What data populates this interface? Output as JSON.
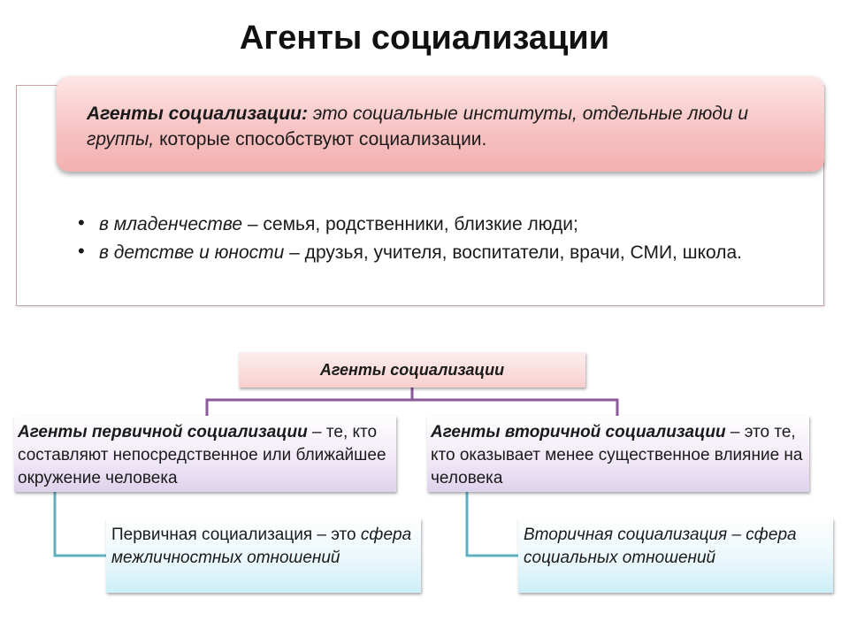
{
  "title": "Агенты социализации",
  "definition": {
    "term": "Агенты социализации:",
    "text_italic": "это социальные институты, отдельные люди и группы,",
    "text_normal": "которые способствуют социализации."
  },
  "bullets": [
    {
      "italic": "в младенчестве",
      "text": "– семья, родственники, близкие люди;"
    },
    {
      "italic": "в детстве и юности",
      "text": "– друзья, учителя, воспитатели, врачи, СМИ, школа."
    }
  ],
  "tree": {
    "root": "Агенты социализации",
    "primary": {
      "term": "Агенты первичной социализации",
      "text": "– те, кто составляют непосредственное или ближайшее окружение человека",
      "detail_normal": "Первичная социализация –",
      "detail_rest_normal": "это",
      "detail_italic": "сфера межличностных отношений"
    },
    "secondary": {
      "term": "Агенты вторичной социализации",
      "text": "– это те, кто оказывает менее существенное влияние на человека",
      "detail_italic": "Вторичная социализация – сфера социальных отношений"
    }
  },
  "colors": {
    "tree_connector": "#8a5a9a",
    "leaf_connector": "#5fb0bf",
    "frame_border": "#c9a3a3"
  }
}
